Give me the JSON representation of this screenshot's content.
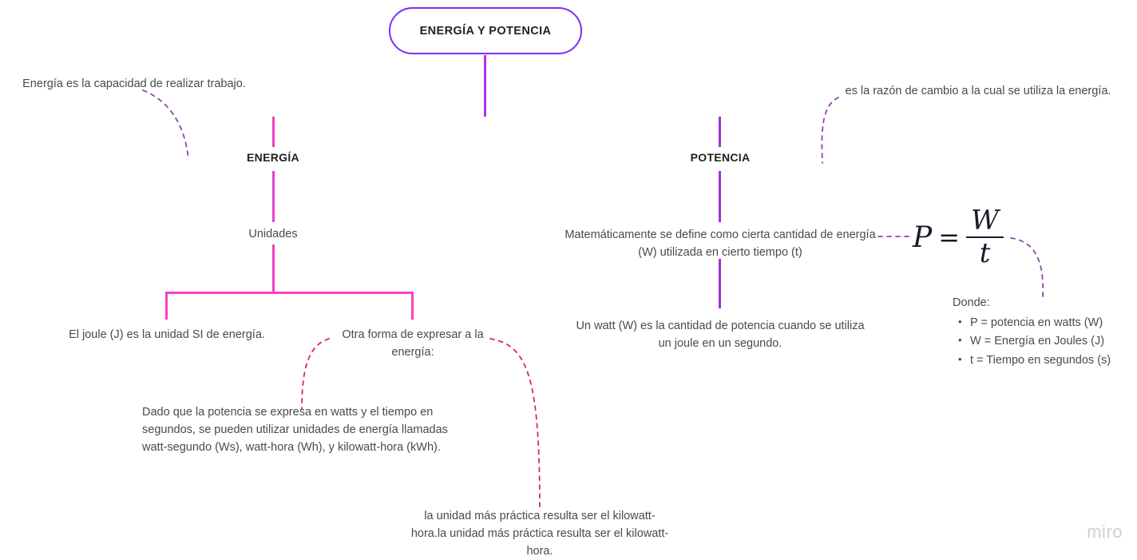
{
  "board": {
    "watermark": "miro",
    "colors": {
      "root_border": "#7b2ff2",
      "left_branch_wire": "#f43fc0",
      "right_branch_wire": "#a32fd8",
      "dashed_purple": "#8e44ad",
      "dashed_pink": "#d6246e",
      "text": "#4a4a4a",
      "heading": "#1f1f1f"
    }
  },
  "root": {
    "label": "ENERGÍA Y POTENCIA"
  },
  "branches": {
    "energia": {
      "label": "ENERGÍA",
      "note": "Energía es la capacidad de realizar trabajo.",
      "child": {
        "label": "Unidades",
        "leaves": [
          {
            "label": "El joule (J) es la unidad SI de energía."
          },
          {
            "label": "Otra forma de expresar a la energía:"
          }
        ]
      },
      "detail_units": "Dado que la potencia se expresa en watts y el tiempo en segundos, se pueden utilizar unidades de energía llamadas watt-segundo (Ws), watt-hora (Wh), y kilowatt-hora (kWh).",
      "detail_practical": "la unidad más práctica resulta ser el kilowatt-hora.la unidad más práctica resulta ser el kilowatt-hora."
    },
    "potencia": {
      "label": "POTENCIA",
      "note": "es la razón de cambio a la cual se utiliza la energía.",
      "definition": "Matemáticamente se define como cierta cantidad de energía (W) utilizada en cierto tiempo (t)",
      "watt_definition": "Un watt (W) es la cantidad de potencia cuando se utiliza un joule en un segundo.",
      "formula": {
        "lhs": "P",
        "equals": "=",
        "numerator": "W",
        "denominator": "t"
      },
      "legend": {
        "title": "Donde:",
        "items": [
          "P = potencia en watts (W)",
          "W = Energía en Joules (J)",
          "t = Tiempo en segundos (s)"
        ]
      }
    }
  }
}
